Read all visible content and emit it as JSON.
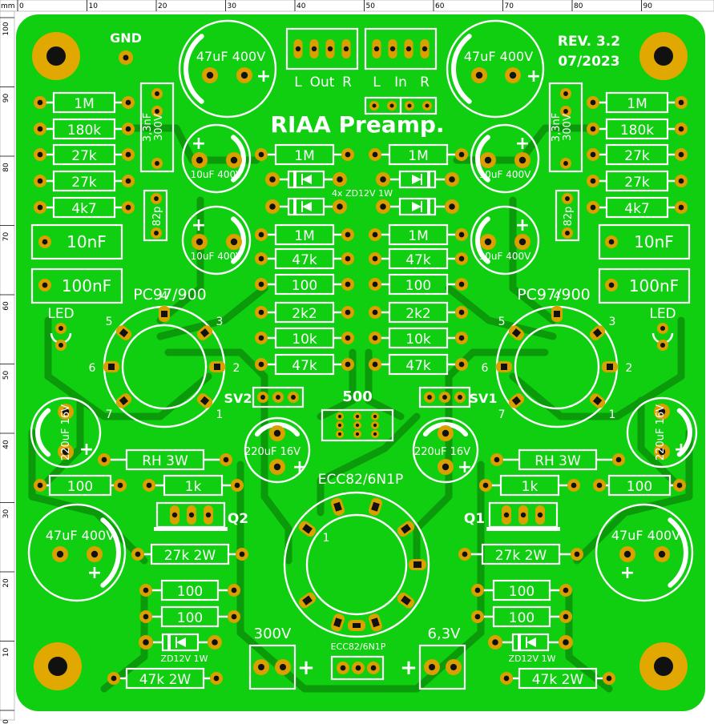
{
  "colors": {
    "board": "#10cf10",
    "trace": "#0a9a0a",
    "pad": "#d9a000",
    "hole": "#111111",
    "silk": "#ffffff",
    "mount_ring": "#e0a800"
  },
  "ruler": {
    "unit": "mm",
    "top_ticks": [
      "0",
      "10",
      "20",
      "30",
      "40",
      "50",
      "60",
      "70",
      "80",
      "90"
    ],
    "left_ticks": [
      "100",
      "90",
      "80",
      "70",
      "60",
      "50",
      "40",
      "30",
      "20",
      "10",
      "0"
    ]
  },
  "board": {
    "title": "RIAA Preamp.",
    "revision": "REV. 3.2",
    "date": "07/2023"
  },
  "labels": {
    "gnd": "GND",
    "out_l": "L",
    "out_mid": "Out",
    "out_r": "R",
    "in_l": "L",
    "in_mid": "In",
    "in_r": "R",
    "zd_note": "4x ZD12V 1W",
    "pc_left": "PC97/900",
    "pc_right": "PC97/900",
    "led_left": "LED",
    "led_right": "LED",
    "sv2": "SV2",
    "sv1": "SV1",
    "pot": "500",
    "tube_main": "ECC82/6N1P",
    "tube_small": "ECC82/6N1P",
    "q2": "Q2",
    "q1": "Q1",
    "hv": "300V",
    "fil": "6,3V",
    "plus_hv": "+",
    "plus_fil": "+",
    "zd_left": "ZD12V 1W",
    "zd_right": "ZD12V 1W",
    "pin1": "1"
  },
  "pc_pins": [
    "1",
    "2",
    "3",
    "4",
    "5",
    "6",
    "7"
  ],
  "components": {
    "left_res": [
      "1M",
      "180k",
      "27k",
      "27k",
      "4k7"
    ],
    "right_res": [
      "1M",
      "180k",
      "27k",
      "27k",
      "4k7"
    ],
    "film_cap_small": "3,3nF",
    "film_cap_volt": "300V",
    "cap_82p": "82p",
    "cap_10nf": "10nF",
    "cap_100nf": "100nF",
    "center_left": [
      "1M",
      "1M",
      "47k",
      "100",
      "2k2",
      "10k",
      "47k"
    ],
    "center_right": [
      "1M",
      "1M",
      "47k",
      "100",
      "2k2",
      "10k",
      "47k"
    ],
    "elko_47": "47uF 400V",
    "elko_10": "10uF 400V",
    "elko_220": "220uF 16V",
    "rh": "RH 3W",
    "r100_side": "100",
    "r1k": "1k",
    "r27k2w": "27k 2W",
    "r100_low": [
      "100",
      "100"
    ],
    "r47k2w": "47k 2W"
  }
}
